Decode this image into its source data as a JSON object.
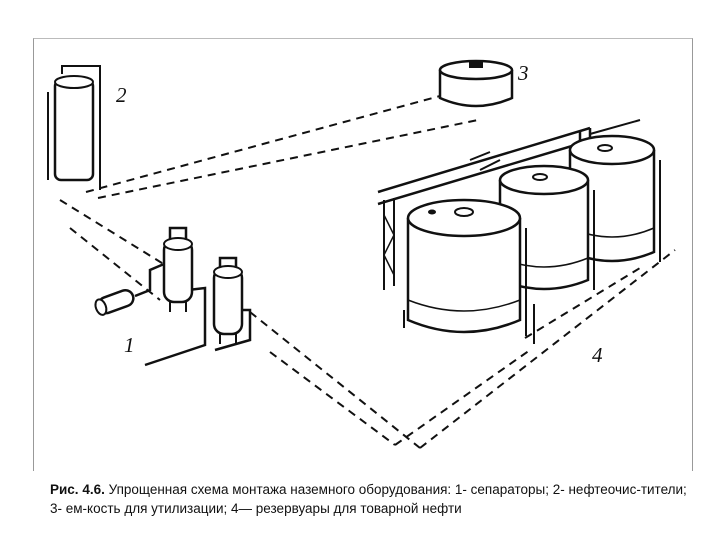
{
  "labels": {
    "separators": "1",
    "oil_cleaners": "2",
    "utilization_tank": "3",
    "reservoirs": "4"
  },
  "caption": {
    "prefix": "Рис. 4.6.",
    "text": " Упрощенная схема монтажа наземного оборудования: 1- сепараторы; 2- нефтеочис-тители; 3- ем-кость для утилизации; 4— резервуары для товарной нефти"
  }
}
